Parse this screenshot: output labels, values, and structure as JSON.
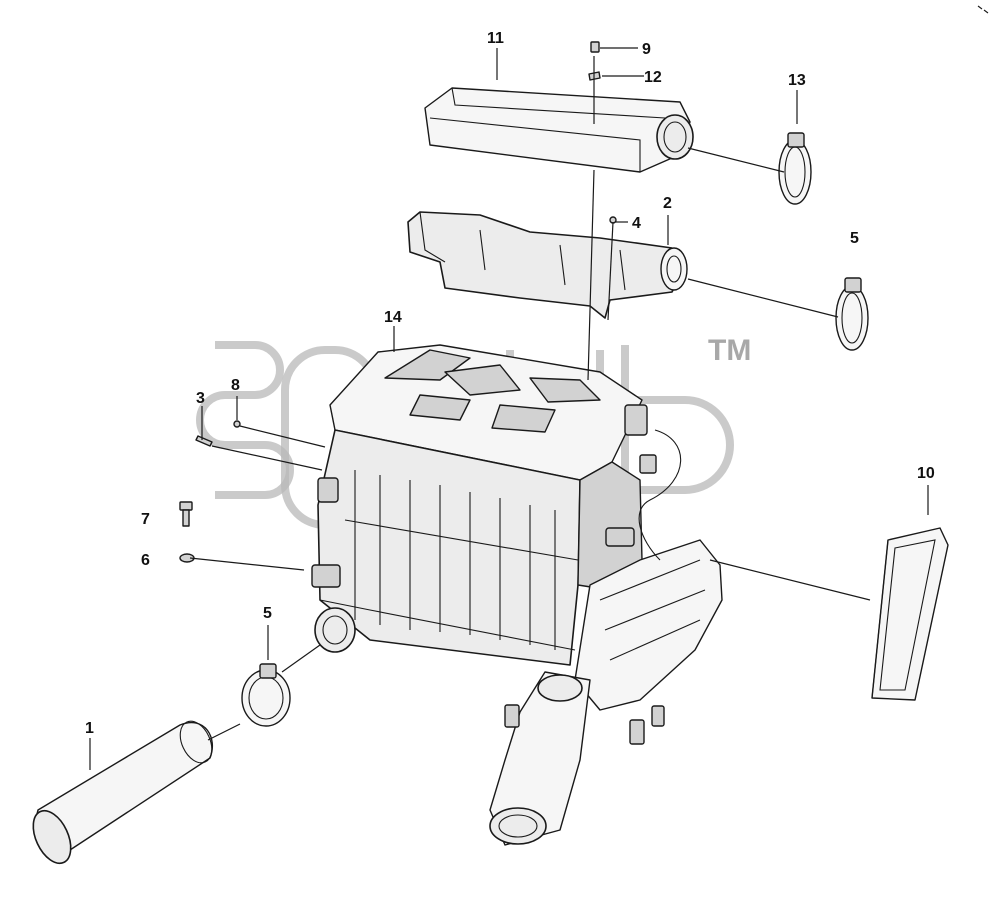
{
  "diagram": {
    "callouts": {
      "c1": "1",
      "c2": "2",
      "c3": "3",
      "c4": "4",
      "c5a": "5",
      "c5b": "5",
      "c6": "6",
      "c7": "7",
      "c8": "8",
      "c9": "9",
      "c10": "10",
      "c11": "11",
      "c12": "12",
      "c13": "13",
      "c14": "14"
    },
    "watermark": {
      "trademark": "TM"
    }
  }
}
